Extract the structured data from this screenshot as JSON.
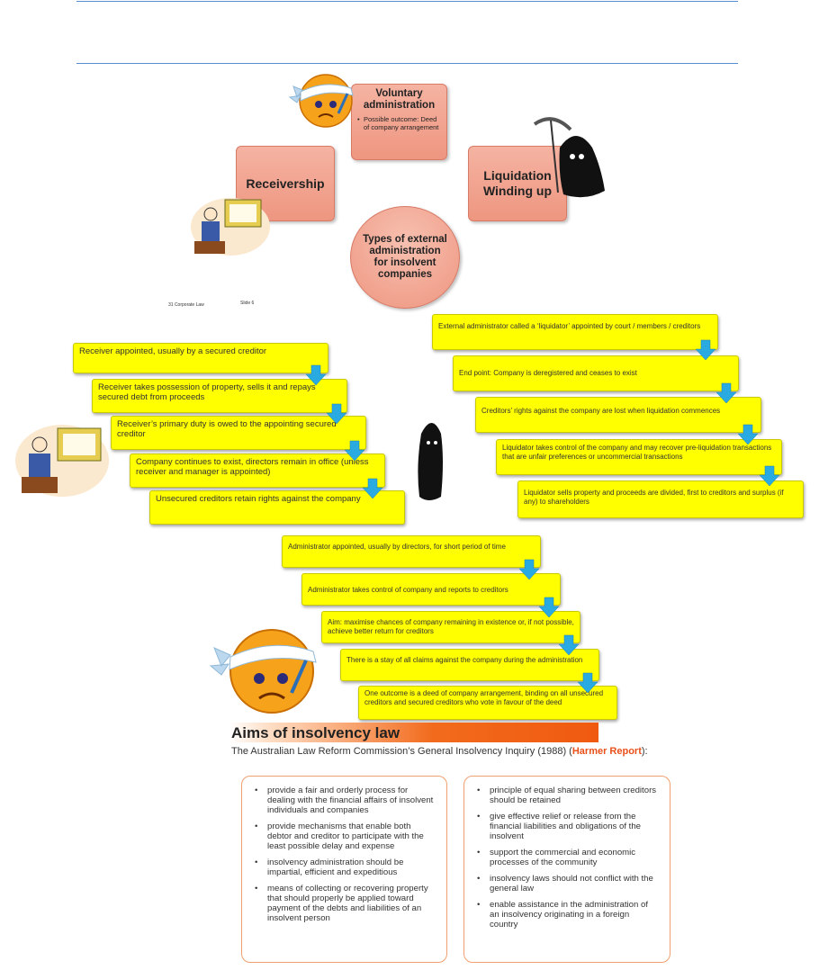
{
  "diagram": {
    "center": "Types of external administration for insolvent companies",
    "voluntary": {
      "title": "Voluntary administration",
      "bullet": "Possible outcome: Deed of company arrangement"
    },
    "receivership": "Receivership",
    "liquidation": "Liquidation Winding up",
    "footer_left": "31 Corporate Law",
    "footer_right": "Slide 6"
  },
  "receivership_steps": [
    "Receiver appointed, usually by a secured creditor",
    "Receiver takes possession of property, sells it and repays secured debt from proceeds",
    "Receiver’s primary duty is owed to the appointing secured creditor",
    "Company continues to exist, directors remain in office (unless receiver and manager is appointed)",
    "Unsecured creditors retain rights against the company"
  ],
  "liquidation_steps": [
    "External administrator called a ‘liquidator’ appointed by court / members / creditors",
    "End point: Company is deregistered and ceases to exist",
    "Creditors’ rights against the company are lost when liquidation commences",
    "Liquidator takes control of the company and may recover pre-liquidation transactions that are unfair preferences or uncommercial transactions",
    "Liquidator sells property and proceeds are divided, first to creditors and surplus (if any) to shareholders"
  ],
  "administration_steps": [
    "Administrator appointed, usually by directors, for short period of time",
    "Administrator takes control of company and reports to creditors",
    "Aim: maximise chances of company remaining in existence or, if not possible, achieve better return for creditors",
    "There is a stay of all claims against the company during the administration",
    "One outcome is a deed of company arrangement, binding on all unsecured creditors and secured creditors who vote in favour of the deed"
  ],
  "aims": {
    "title": "Aims of insolvency law",
    "subtitle_pre": "The Australian Law Reform Commission’s General Insolvency Inquiry (1988) (",
    "subtitle_highlight": "Harmer Report",
    "subtitle_post": "):",
    "left": [
      "provide a fair and orderly process for dealing with the financial affairs of insolvent individuals and companies",
      "provide mechanisms that enable both debtor and creditor to participate with the least possible delay and expense",
      "insolvency administration should be impartial, efficient and expeditious",
      "means of collecting or recovering property that should properly be applied toward payment of the debts and liabilities of an insolvent person"
    ],
    "right": [
      "principle of equal sharing between creditors should be retained",
      "give effective relief or release from the financial liabilities and obligations of the insolvent",
      "support the commercial and economic processes of the community",
      "insolvency laws should not conflict with the general law",
      "enable assistance in the administration of an insolvency originating in a foreign country"
    ]
  },
  "colors": {
    "box_fill": "#ee9680",
    "step_fill": "#ffff00",
    "arrow_blue": "#29abe2",
    "aims_orange": "#f26b1d"
  }
}
